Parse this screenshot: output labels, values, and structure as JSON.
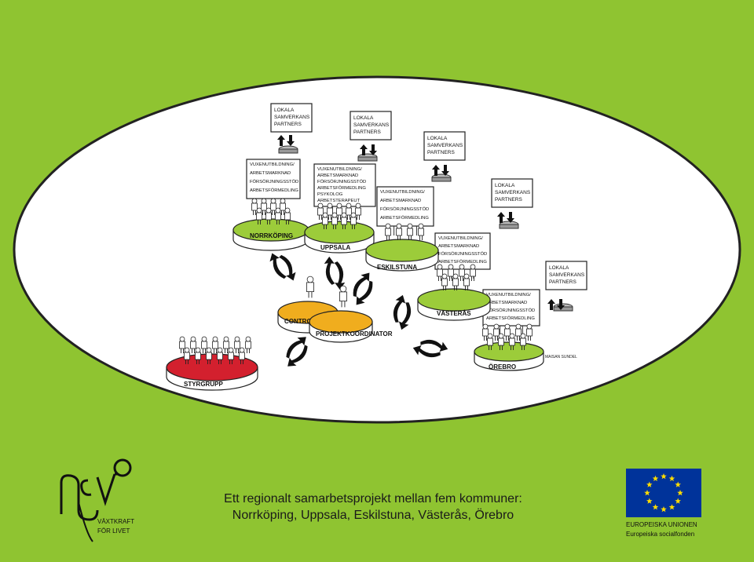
{
  "caption": {
    "line1": "Ett regionalt samarbetsprojekt mellan fem kommuner:",
    "line2": "Norrköping, Uppsala, Eskilstuna, Västerås, Örebro"
  },
  "partner_label": [
    "LOKALA",
    "SAMVERKANS",
    "PARTNERS"
  ],
  "services_basic": [
    "VUXENUTBILDNING/",
    "ARBETSMARKNAD",
    "FÖRSÖRJNINGSSTÖD",
    "ARBETSFÖRMEDLING"
  ],
  "services_uppsala": [
    "VUXENUTBILDNING/",
    "ARBETSMARKNAD",
    "FÖRSÖRJNINGSSTÖD",
    "ARBETSFÖRMEDLING",
    "PSYKOLOG",
    "ARBETSTERAPEUT"
  ],
  "platforms": {
    "norrkoping": "NORRKÖPING",
    "uppsala": "UPPSALA",
    "eskilstuna": "ESKILSTUNA",
    "vasteras": "VÄSTERÅS",
    "orebro": "ÖREBRO",
    "controller": "CONTROLLER",
    "projektkoordinator": "PROJEKTKOORDINATOR",
    "styrgrupp": "STYRGRUPP"
  },
  "artist_signature": "MAISAN SUNDEL",
  "logo_nevo": {
    "letters": "NEVO",
    "sub1": "VÄXTKRAFT",
    "sub2": "FÖR LIVET"
  },
  "eu_label": {
    "line1": "EUROPEISKA UNIONEN",
    "line2": "Europeiska socialfonden"
  },
  "colors": {
    "background": "#8fc431",
    "platform_green": "#9ccc3a",
    "platform_orange": "#f0ad1e",
    "platform_red": "#d3202e",
    "eu_blue": "#00339a",
    "eu_star": "#ffdd00"
  }
}
